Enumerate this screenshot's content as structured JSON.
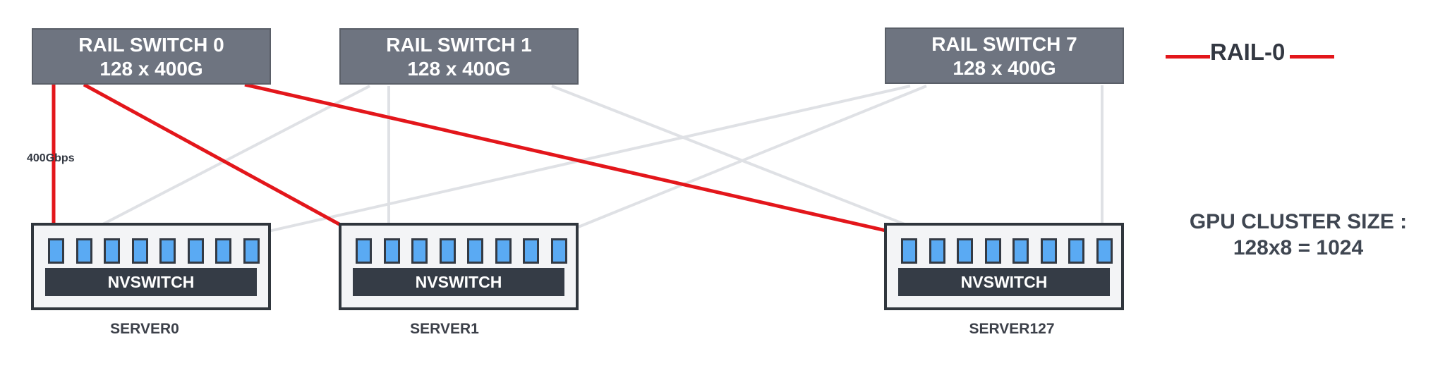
{
  "switches": [
    {
      "name": "RAIL SWITCH 0",
      "ports": "128 x 400G"
    },
    {
      "name": "RAIL SWITCH 1",
      "ports": "128 x 400G"
    },
    {
      "name": "RAIL SWITCH 7",
      "ports": "128 x 400G"
    }
  ],
  "servers": [
    {
      "label": "SERVER0",
      "nvswitch": "NVSWITCH"
    },
    {
      "label": "SERVER1",
      "nvswitch": "NVSWITCH"
    },
    {
      "label": "SERVER127",
      "nvswitch": "NVSWITCH"
    }
  ],
  "legend": {
    "label": "RAIL-0",
    "color": "#e3161b"
  },
  "link_bandwidth": "400Gbps",
  "cluster": {
    "title": "GPU CLUSTER SIZE :",
    "formula": "128x8 = 1024"
  },
  "colors": {
    "rail0": "#e3161b",
    "other_rails": "#dfe1e5",
    "gpu": "#5aaaf3",
    "switch": "#6e7480"
  }
}
